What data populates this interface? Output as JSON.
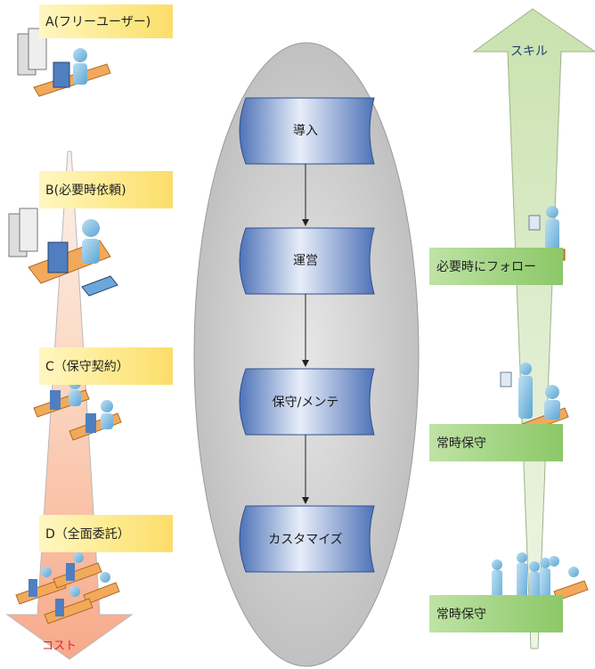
{
  "left_tiers": [
    {
      "label": "A(フリーユーザー)"
    },
    {
      "label": "B(必要時依頼)"
    },
    {
      "label": "C（保守契約）"
    },
    {
      "label": "D（全面委託）"
    }
  ],
  "cost_label": "コスト",
  "process_steps": [
    {
      "label": "導入"
    },
    {
      "label": "運営"
    },
    {
      "label": "保守/メンテ"
    },
    {
      "label": "カスタマイズ"
    }
  ],
  "skill_label": "スキル",
  "right_labels": [
    {
      "label": "必要時にフォロー"
    },
    {
      "label": "常時保守"
    },
    {
      "label": "常時保守"
    }
  ],
  "colors": {
    "yellow_box": "#fde98a",
    "green_box": "#9fd27f",
    "cost_text": "#e0203a",
    "skill_text": "#1f3f7a",
    "step_fill": "#6a8cc8",
    "ellipse": "#c8c8c8"
  }
}
